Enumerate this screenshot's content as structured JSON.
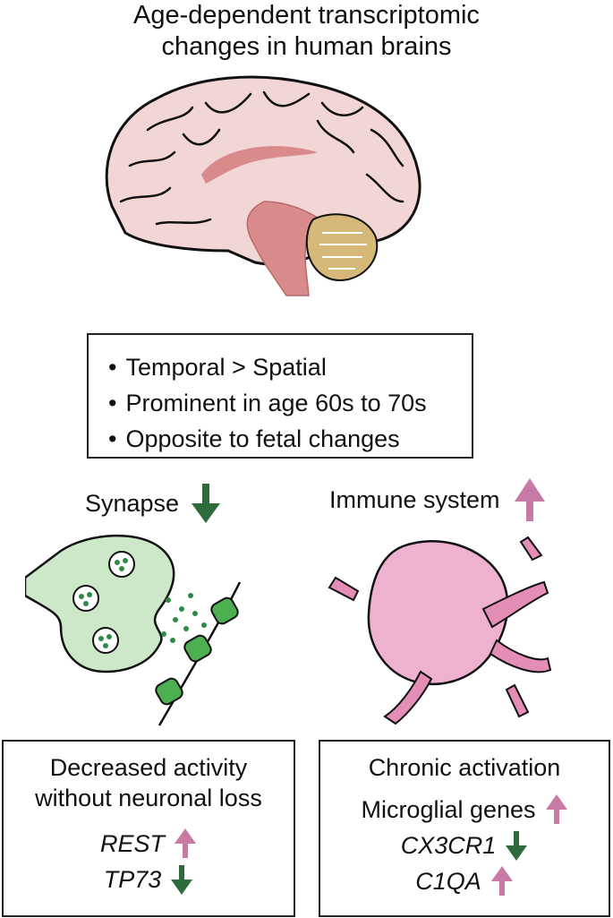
{
  "title": {
    "line1": "Age-dependent transcriptomic",
    "line2": "changes in human brains"
  },
  "summary": {
    "items": [
      "Temporal > Spatial",
      "Prominent in age 60s to 70s",
      "Opposite to fetal changes"
    ]
  },
  "synapse": {
    "label": "Synapse",
    "direction": "down",
    "arrow_color": "#2e6b3a"
  },
  "immune": {
    "label": "Immune system",
    "direction": "up",
    "arrow_color": "#c77aa6"
  },
  "left_panel": {
    "title_line1": "Decreased activity",
    "title_line2": "without neuronal loss",
    "genes": [
      {
        "name": "REST",
        "direction": "up"
      },
      {
        "name": "TP73",
        "direction": "down"
      }
    ]
  },
  "right_panel": {
    "title": "Chronic activation",
    "genes": [
      {
        "name": "Microglial genes",
        "direction": "up",
        "italic": false
      },
      {
        "name": "CX3CR1",
        "direction": "down",
        "italic": true
      },
      {
        "name": "C1QA",
        "direction": "up",
        "italic": true
      }
    ]
  },
  "colors": {
    "up_arrow": "#c77aa6",
    "down_arrow": "#2e6b3a",
    "brain": "#f2d6d6",
    "brainstem": "#d98a8a",
    "cerebellum": "#d6b878",
    "neuron": "#cde8c8",
    "microglia": "#eeb1d0"
  }
}
